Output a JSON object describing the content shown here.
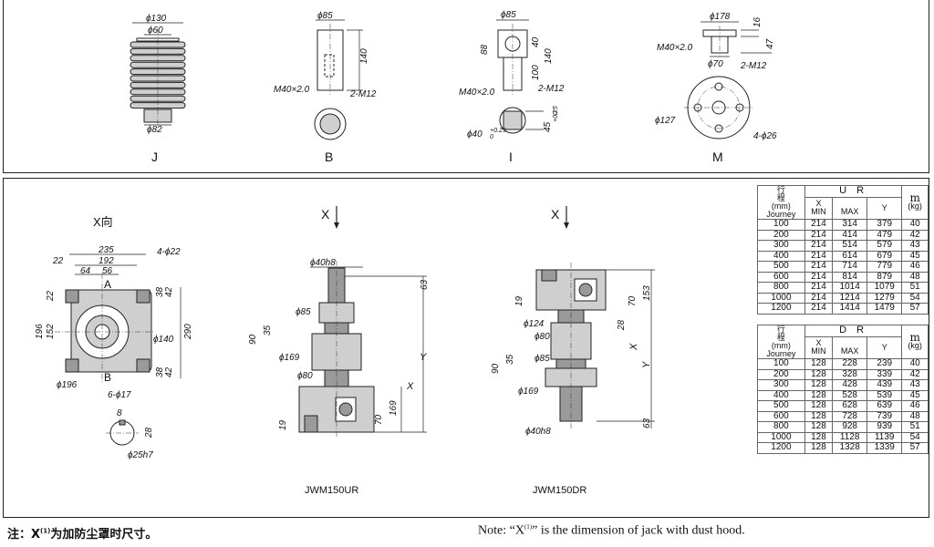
{
  "top_views": {
    "J": {
      "label": "J",
      "dims": [
        "ϕ130",
        "ϕ60",
        "ϕ82"
      ]
    },
    "B": {
      "label": "B",
      "dims": [
        "ϕ85",
        "140",
        "M40×2.0",
        "2-M12"
      ]
    },
    "I": {
      "label": "I",
      "dims": [
        "ϕ85",
        "88",
        "40",
        "100",
        "140",
        "M40×2.0",
        "2-M12",
        "ϕ40",
        "+0.25",
        "0",
        "45",
        "+0.25",
        "0"
      ]
    },
    "M": {
      "label": "M",
      "dims": [
        "ϕ178",
        "16",
        "47",
        "M40×2.0",
        "ϕ70",
        "2-M12",
        "ϕ127",
        "4-ϕ26"
      ]
    }
  },
  "front_view": {
    "title": "X向",
    "dims": [
      "235",
      "192",
      "22",
      "64",
      "56",
      "4-ϕ22",
      "A",
      "B",
      "22",
      "38",
      "42",
      "38",
      "42",
      "196",
      "152",
      "ϕ140",
      "290",
      "ϕ196",
      "6-ϕ17",
      "8",
      "28",
      "ϕ25h7"
    ]
  },
  "ur_view": {
    "arrow_label": "X",
    "model": "JWM150UR",
    "dims": [
      "ϕ40h8",
      "63",
      "ϕ85",
      "90",
      "35",
      "ϕ169",
      "ϕ80",
      "Y",
      "X",
      "70",
      "169",
      "19"
    ]
  },
  "dr_view": {
    "arrow_label": "X",
    "model": "JWM150DR",
    "dims": [
      "153",
      "19",
      "70",
      "ϕ124",
      "28",
      "ϕ80",
      "X",
      "ϕ85",
      "90",
      "35",
      "Y",
      "ϕ169",
      "63",
      "ϕ40h8"
    ]
  },
  "table_ur": {
    "title": "U R",
    "h_stroke": [
      "行",
      "程",
      "(mm)",
      "Journey"
    ],
    "h_x": "X",
    "h_min": "MIN",
    "h_max": "MAX",
    "h_y": "Y",
    "h_mass": "m",
    "h_unit": "(kg)",
    "rows": [
      [
        "100",
        "214",
        "314",
        "379",
        "40"
      ],
      [
        "200",
        "214",
        "414",
        "479",
        "42"
      ],
      [
        "300",
        "214",
        "514",
        "579",
        "43"
      ],
      [
        "400",
        "214",
        "614",
        "679",
        "45"
      ],
      [
        "500",
        "214",
        "714",
        "779",
        "46"
      ],
      [
        "600",
        "214",
        "814",
        "879",
        "48"
      ],
      [
        "800",
        "214",
        "1014",
        "1079",
        "51"
      ],
      [
        "1000",
        "214",
        "1214",
        "1279",
        "54"
      ],
      [
        "1200",
        "214",
        "1414",
        "1479",
        "57"
      ]
    ]
  },
  "table_dr": {
    "title": "D R",
    "h_stroke": [
      "行",
      "程",
      "(mm)",
      "Journey"
    ],
    "h_x": "X",
    "h_min": "MIN",
    "h_max": "MAX",
    "h_y": "Y",
    "h_mass": "m",
    "h_unit": "(kg)",
    "rows": [
      [
        "100",
        "128",
        "228",
        "239",
        "40"
      ],
      [
        "200",
        "128",
        "328",
        "339",
        "42"
      ],
      [
        "300",
        "128",
        "428",
        "439",
        "43"
      ],
      [
        "400",
        "128",
        "528",
        "539",
        "45"
      ],
      [
        "500",
        "128",
        "628",
        "639",
        "46"
      ],
      [
        "600",
        "128",
        "728",
        "739",
        "48"
      ],
      [
        "800",
        "128",
        "928",
        "939",
        "51"
      ],
      [
        "1000",
        "128",
        "1128",
        "1139",
        "54"
      ],
      [
        "1200",
        "128",
        "1328",
        "1339",
        "57"
      ]
    ]
  },
  "notes": {
    "cn_prefix": "注：X",
    "cn_sup": "(1)",
    "cn_suffix": "为加防尘罩时尺寸。",
    "en_prefix": "Note: “X",
    "en_sup": "(1)",
    "en_suffix": "” is the dimension of jack with dust hood."
  }
}
